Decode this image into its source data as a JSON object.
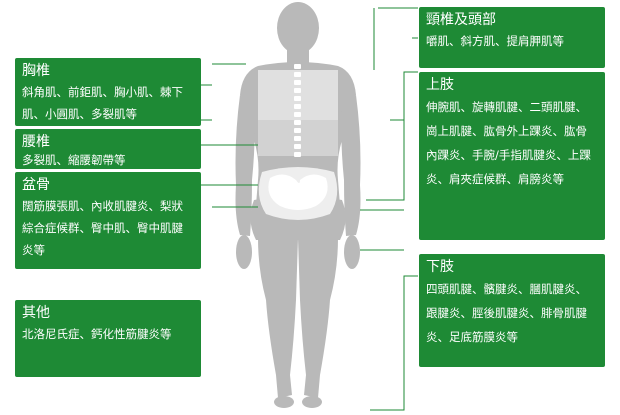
{
  "colors": {
    "box_bg": "#1e8a35",
    "line": "#1e8a35",
    "body_gray": "#b7b7b7",
    "region_overlay": "#e6e6e6"
  },
  "regions": {
    "chest_spine": {
      "title": "胸椎",
      "desc": "斜角肌、前鉅肌、胸小肌、棘下肌、小圓肌、多裂肌等"
    },
    "lumbar": {
      "title": "腰椎",
      "desc": "多裂肌、縮腰韌帶等"
    },
    "pelvis": {
      "title": "盆骨",
      "desc": "闊筋膜張肌、內收肌腱炎、梨狀綜合症候群、臀中肌、臀中肌腱炎等"
    },
    "other": {
      "title": "其他",
      "desc": "北洛尼氏症、鈣化性筋腱炎等"
    },
    "neck_head": {
      "title": "頸椎及頭部",
      "desc": "嚼肌、斜方肌、提肩胛肌等"
    },
    "upper_limb": {
      "title": "上肢",
      "desc": "伸腕肌、旋轉肌腱、二頭肌腱、崗上肌腱、肱骨外上踝炎、肱骨內踝炎、手腕/手指肌腱炎、上踝炎、肩夾症候群、肩膀炎等"
    },
    "lower_limb": {
      "title": "下肢",
      "desc": "四頭肌腱、髕腱炎、膕肌腱炎、跟腱炎、脛後肌腱炎、腓骨肌腱炎、足底筋膜炎等"
    }
  }
}
